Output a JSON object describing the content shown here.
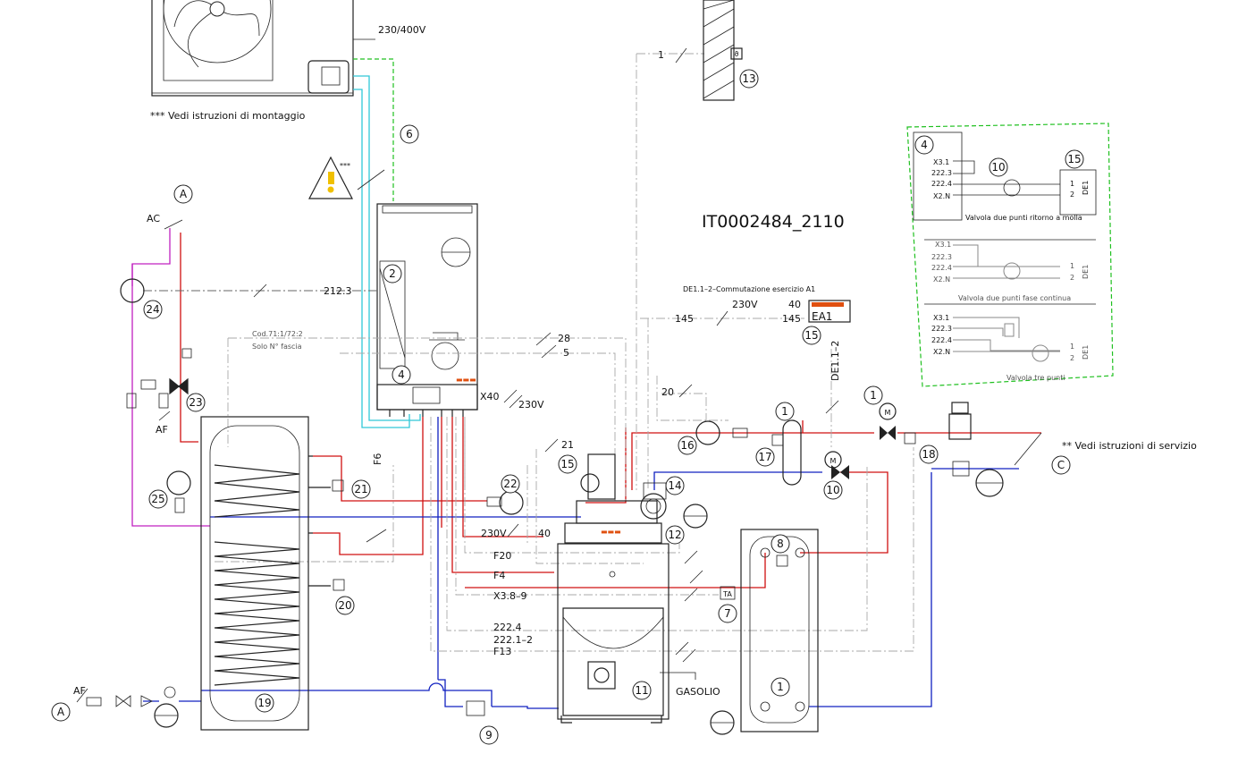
{
  "drawing_code": "IT0002484_2110",
  "notes": {
    "montaggio": "*** Vedi istruzioni di montaggio",
    "servizio": "** Vedi istruzioni di servizio",
    "warning_stars": "***"
  },
  "voltages": {
    "outdoor": "230/400V",
    "x40": "X40",
    "x40_volt": "230V",
    "ea1_volt": "230V",
    "boiler_volt": "230V"
  },
  "wire_labels": {
    "w1": "1",
    "w212": "212.3",
    "w28": "28",
    "w5": "5",
    "w21": "21",
    "w20": "20",
    "w145a": "145",
    "w145b": "145",
    "w40a": "40",
    "w40b": "40",
    "f6": "F6",
    "f20": "F20",
    "f4": "F4",
    "x38": "X3.8–9",
    "w2224": "222.4",
    "w2221": "222.1–2",
    "f13": "F13",
    "de12": "DE1.1–2"
  },
  "texts": {
    "cod": "Cod.71:1/72:2",
    "solo": "Solo N° fascia",
    "de1_comm": "DE1.1–2–Commutazione esercizio A1",
    "ea1": "EA1",
    "gasolio": "GASOLIO",
    "ac": "AC",
    "af1": "AF",
    "af2": "AF",
    "ta": "TA"
  },
  "letter_markers": {
    "a_top": "A",
    "a_bottom": "A",
    "c": "C"
  },
  "component_numbers": {
    "n6": "6",
    "n13": "13",
    "n2": "2",
    "n4": "4",
    "n24": "24",
    "n23": "23",
    "n15": "15",
    "n22": "22",
    "n21": "21",
    "n25": "25",
    "n16": "16",
    "n1a": "1",
    "n1b": "1",
    "n17": "17",
    "n18": "18",
    "n14": "14",
    "n10": "10",
    "n12": "12",
    "n8": "8",
    "n20": "20",
    "n7": "7",
    "n11": "11",
    "n19": "19",
    "n9": "9",
    "n1c": "1",
    "n15b": "15"
  },
  "inset": {
    "n4": "4",
    "n10": "10",
    "n15": "15",
    "x31a": "X3.1",
    "t2223a": "222.3",
    "t2224a": "222.4",
    "x2na": "X2.N",
    "de1a": "DE1",
    "p1a": "1",
    "p2a": "2",
    "caption1": "Valvola due punti ritorno a molla",
    "x31b": "X3.1",
    "t2223b": "222.3",
    "t2224b": "222.4",
    "x2nb": "X2.N",
    "de1b": "DE1",
    "p1b": "1",
    "p2b": "2",
    "caption2": "Valvola due punti fase continua",
    "x31c": "X3.1",
    "t2223c": "222.3",
    "t2224c": "222.4",
    "x2nc": "X2.N",
    "de1c": "DE1",
    "p1c": "1",
    "p2c": "2",
    "caption3": "Valvola tre punti"
  },
  "colors": {
    "hot_water": "#d01010",
    "cold_water": "#1020c0",
    "recirculation": "#c020c0",
    "refrigerant": "#30c8d8",
    "earth_cable": "#20c020",
    "brand_orange": "#e05010"
  }
}
